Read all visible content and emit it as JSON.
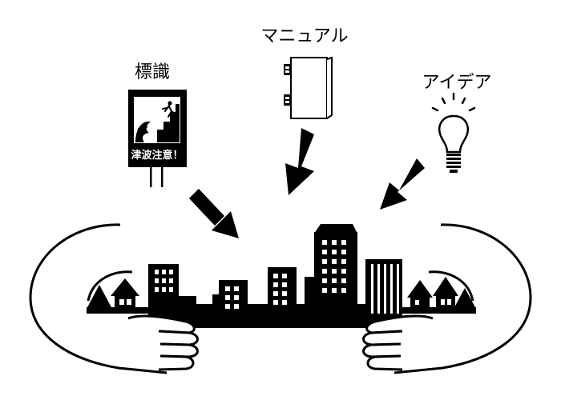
{
  "labels": {
    "sign": "標識",
    "manual": "マニュアル",
    "idea": "アイデア"
  },
  "sign_board": {
    "caption": "津波注意！"
  },
  "icons": {
    "sign": "tsunami-warning-sign-icon",
    "manual": "binder-manual-icon",
    "idea": "light-bulb-icon",
    "city": "city-skyline-icon",
    "hands": "embracing-hands-icon"
  },
  "colors": {
    "ink": "#000000",
    "paper": "#ffffff"
  }
}
